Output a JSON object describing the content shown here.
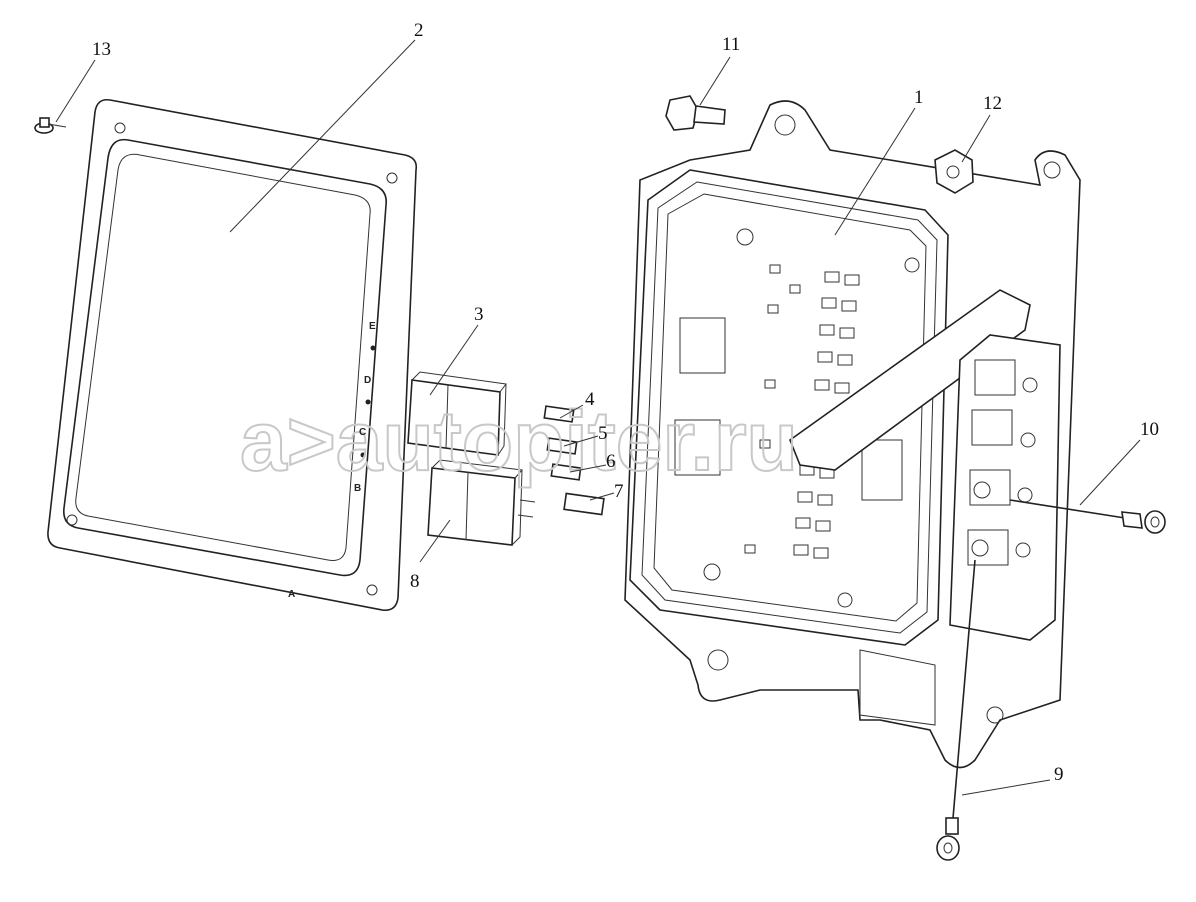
{
  "callouts": {
    "c1": "1",
    "c2": "2",
    "c3": "3",
    "c4": "4",
    "c5": "5",
    "c6": "6",
    "c7": "7",
    "c8": "8",
    "c9": "9",
    "c10": "10",
    "c11": "11",
    "c12": "12",
    "c13": "13"
  },
  "cover_letters": {
    "e": "E",
    "d": "D",
    "c": "C",
    "b": "B",
    "a": "A"
  },
  "watermark": "a>autopiter.ru"
}
